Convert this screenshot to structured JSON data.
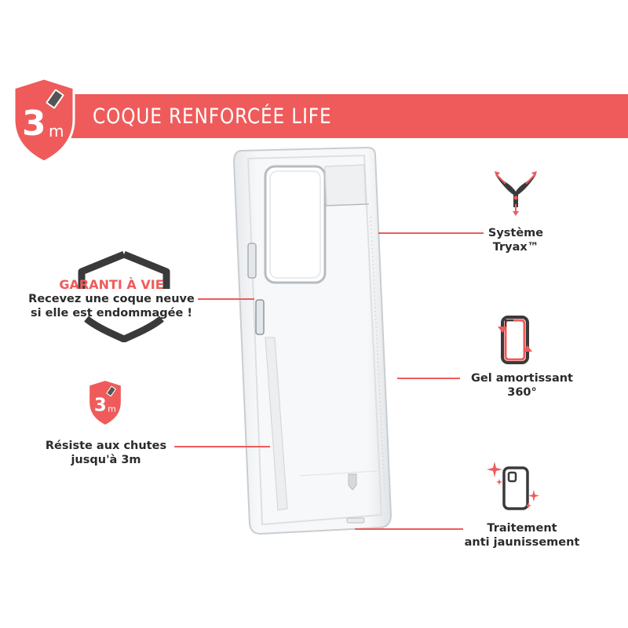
{
  "banner": {
    "title": "COQUE RENFORCÉE LIFE",
    "badge_number": "3",
    "badge_unit": "m"
  },
  "guarantee": {
    "heading": "GARANTI À VIE",
    "line1": "Recevez une coque neuve",
    "line2": "si elle est endommagée !"
  },
  "drop": {
    "badge_number": "3",
    "badge_unit": "m",
    "line1": "Résiste aux chutes",
    "line2": "jusqu'à 3m"
  },
  "tryax": {
    "line1": "Système",
    "line2": "Tryax™"
  },
  "gel": {
    "line1": "Gel amortissant",
    "line2": "360°"
  },
  "yellowing": {
    "line1": "Traitement",
    "line2": "anti jaunissement"
  },
  "colors": {
    "accent": "#ef5b5b",
    "dark": "#3a3a3a",
    "text": "#2b2b2b"
  }
}
